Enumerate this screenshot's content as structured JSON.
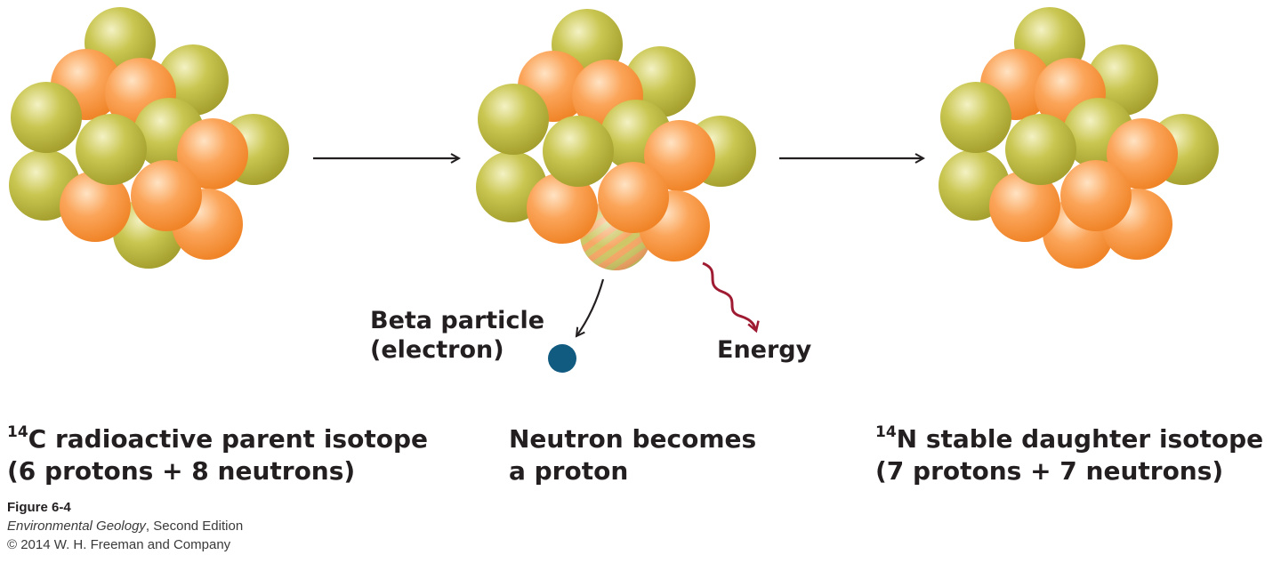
{
  "labels": {
    "parent_mass": "14",
    "parent_line1_rest": "C radioactive parent isotope",
    "parent_line2": "(6 protons + 8 neutrons)",
    "middle_line1": "Neutron becomes",
    "middle_line2": "a proton",
    "daughter_mass": "14",
    "daughter_line1_rest": "N stable daughter isotope",
    "daughter_line2": "(7 protons + 7 neutrons)",
    "beta_line1": "Beta particle",
    "beta_line2": "(electron)",
    "energy": "Energy"
  },
  "credit": {
    "figure": "Figure 6-4",
    "book": "Environmental Geology",
    "edition": ", Second Edition",
    "copyright": "© 2014 W. H. Freeman and Company"
  },
  "colors": {
    "neutron": "#b5b23c",
    "proton": "#f4923c",
    "electron": "#115a80",
    "energy": "#9e1b32",
    "arrow": "#231f20"
  },
  "icons": {
    "arrow": "right-arrow-icon",
    "energy": "wavy-arrow-icon",
    "electron": "dot-icon"
  }
}
